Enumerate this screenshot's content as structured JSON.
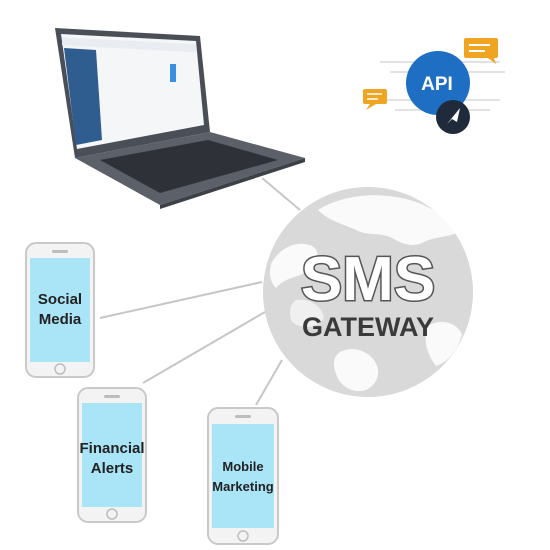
{
  "gateway": {
    "title": "SMS",
    "subtitle": "GATEWAY"
  },
  "api_badge": {
    "label": "API"
  },
  "devices": [
    {
      "line1": "Social",
      "line2": "Media"
    },
    {
      "line1": "Financial",
      "line2": "Alerts"
    },
    {
      "line1": "Mobile",
      "line2": "Marketing"
    }
  ],
  "colors": {
    "globe": "#d9d9d9",
    "globe_land": "#ffffff",
    "api_blue": "#1e6fc4",
    "chat_orange": "#f0a522",
    "phone_screen": "#a9e4f7",
    "connector": "#c6c6c6"
  }
}
